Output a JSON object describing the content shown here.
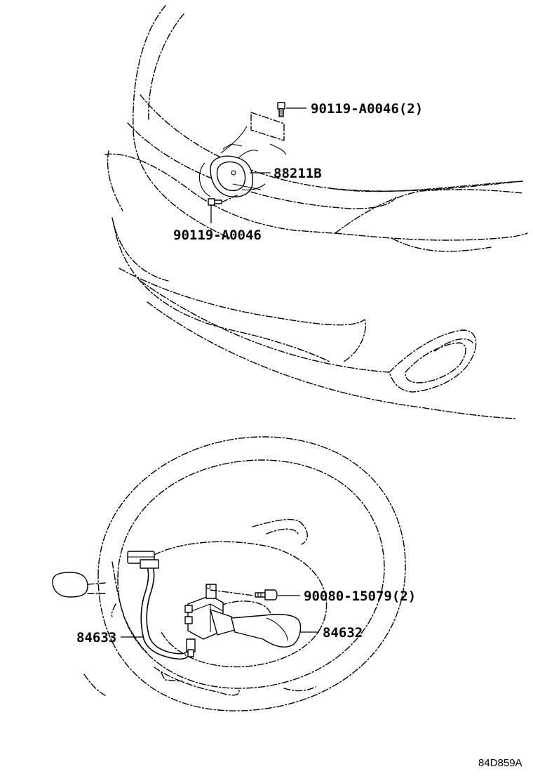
{
  "callouts": {
    "bolt_upper_with_qty": "90119-A0046(2)",
    "horn_assembly": "88211B",
    "bolt_lower": "90119-A0046",
    "screw_wheel_with_qty": "90080-15079(2)",
    "cruise_control_switch": "84632",
    "switch_wire_harness": "84633"
  },
  "drawing_reference": "84D859A"
}
